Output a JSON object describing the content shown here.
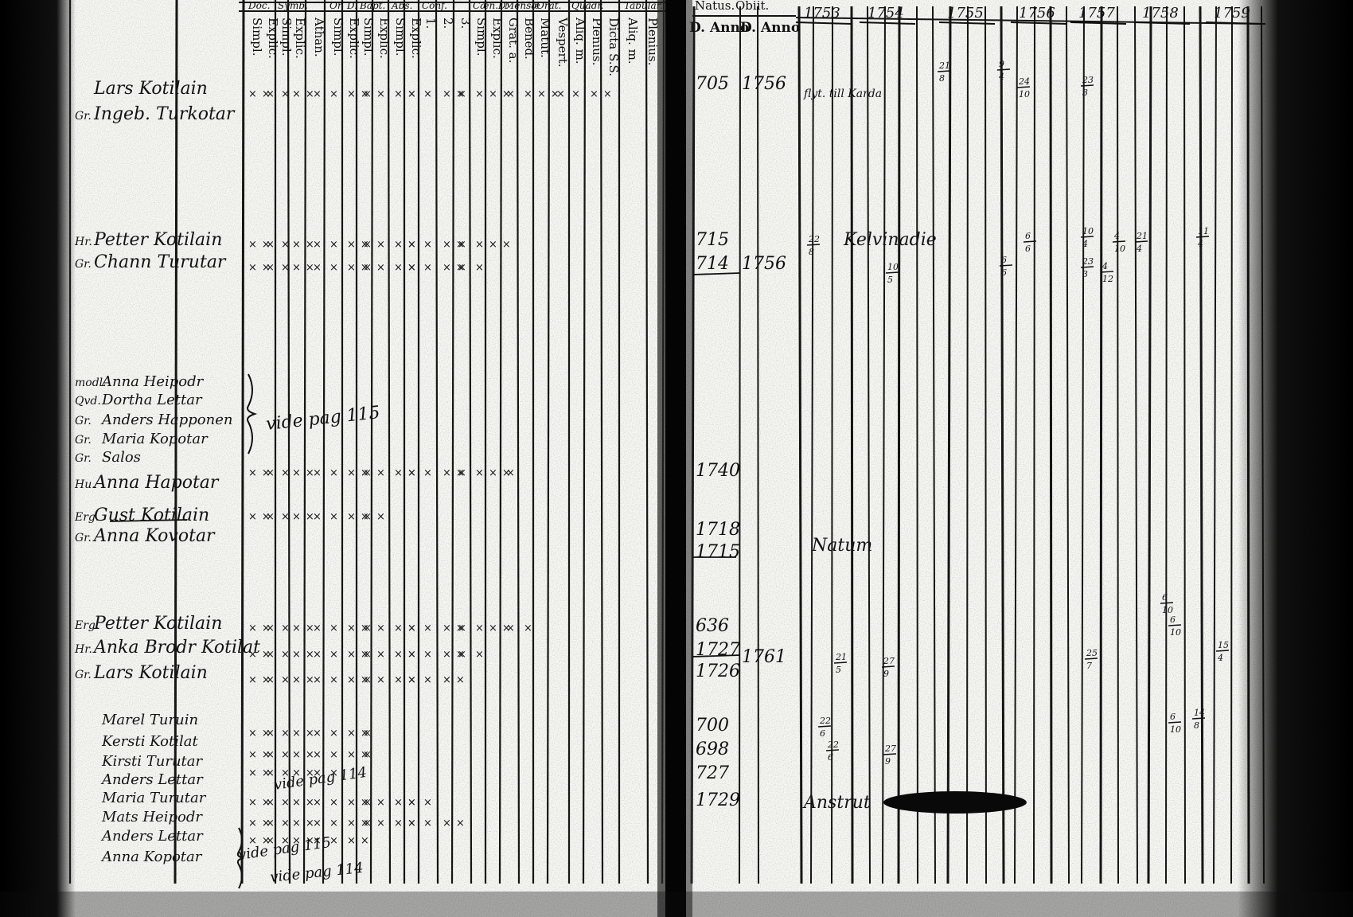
{
  "left_page": {
    "column_headers": [
      {
        "group": "Doc.",
        "label": "Simpl."
      },
      {
        "group": "",
        "label": "Explic."
      },
      {
        "group": "Symb.",
        "label": "Simpl."
      },
      {
        "group": "",
        "label": "Explic."
      },
      {
        "group": "",
        "label": "Athan."
      },
      {
        "group": "Or. D.",
        "label": "Simpl."
      },
      {
        "group": "",
        "label": "Explic."
      },
      {
        "group": "Bapt.",
        "label": "Simpl."
      },
      {
        "group": "",
        "label": "Explic."
      },
      {
        "group": "Abs.",
        "label": "Simpl."
      },
      {
        "group": "",
        "label": "Explic."
      },
      {
        "group": "Conf.",
        "label": "1."
      },
      {
        "group": "",
        "label": "2."
      },
      {
        "group": "",
        "label": "3."
      },
      {
        "group": "Cæn.D.",
        "label": "Simpl."
      },
      {
        "group": "",
        "label": "Explic."
      },
      {
        "group": "Mensæ",
        "label": "Grat. a."
      },
      {
        "group": "",
        "label": "Bened."
      },
      {
        "group": "Orat.",
        "label": "Matut."
      },
      {
        "group": "",
        "label": "Vespert."
      },
      {
        "group": "Quadr.",
        "label": "Aliq. m."
      },
      {
        "group": "",
        "label": "Plenius."
      },
      {
        "group": "",
        "label": "Dicta S.S."
      },
      {
        "group": "Tabular.",
        "label": "Aliq. m."
      },
      {
        "group": "",
        "label": "Plenius."
      }
    ],
    "entries": [
      {
        "role": "",
        "name": "Lars Kotilain"
      },
      {
        "role": "Gr.",
        "name": "Ingeb. Turkotar"
      },
      {
        "role": "Hr.",
        "name": "Petter Kotilain"
      },
      {
        "role": "Gr.",
        "name": "Chann Turutar"
      },
      {
        "role": "modl.",
        "name": "Anna Heipodr"
      },
      {
        "role": "Qvd.",
        "name": "Dortha Lettar"
      },
      {
        "role": "Gr.",
        "name": "Anders Happonen"
      },
      {
        "role": "Gr.",
        "name": "Maria Kopotar"
      },
      {
        "role": "Gr.",
        "name": "Salos"
      },
      {
        "role": "Hu.",
        "name": "Anna Hapotar"
      },
      {
        "role": "Erg.",
        "name": "Gust Kotilain"
      },
      {
        "role": "Gr.",
        "name": "Anna Kovotar"
      },
      {
        "role": "Erg.",
        "name": "Petter Kotilain"
      },
      {
        "role": "Hr.",
        "name": "Anka Brodr Kotilat"
      },
      {
        "role": "Gr.",
        "name": "Lars Kotilain"
      },
      {
        "role": "",
        "name": "Marel Turuin"
      },
      {
        "role": "",
        "name": "Kersti Kotilat"
      },
      {
        "role": "",
        "name": "Kirsti Turutar"
      },
      {
        "role": "",
        "name": "Anders Lettar"
      },
      {
        "role": "",
        "name": "Maria Turutar"
      },
      {
        "role": "",
        "name": "Mats Heipodr"
      },
      {
        "role": "",
        "name": "Anders Lettar"
      },
      {
        "role": "",
        "name": "Anna Kopotar"
      }
    ],
    "notes": [
      {
        "text": "vide pag 115"
      },
      {
        "text": "vide pag 114"
      },
      {
        "text": "vide pag 115"
      },
      {
        "text": "vide pag 114"
      }
    ]
  },
  "right_page": {
    "headers": {
      "natus": "Natus.",
      "natus_sub": "D. Anno",
      "obiit": "Obiit.",
      "obiit_sub": "D. Anno"
    },
    "years": [
      "1753",
      "1754",
      "1755",
      "1756",
      "1757",
      "1758",
      "1759"
    ],
    "birth_years": [
      "705",
      "715",
      "714",
      "1740",
      "1718",
      "1715",
      "636",
      "1727",
      "1726",
      "700",
      "698",
      "727",
      "1729"
    ],
    "death_years": [
      "1756",
      "1756",
      "1761"
    ],
    "notes": [
      {
        "text": "flyt. till Karda"
      },
      {
        "text": "Kelvinadie"
      },
      {
        "text": "Natum"
      },
      {
        "text": "Anstrut"
      }
    ],
    "fractions": [
      "21/8",
      "9/4",
      "24/10",
      "23/3",
      "6/6",
      "10/4",
      "4/10",
      "21/4",
      "11/4",
      "22/8",
      "10/5",
      "6/6",
      "23/3",
      "4/12",
      "25/7",
      "6/10",
      "6/10",
      "15/4",
      "22/6",
      "21/5",
      "27/9",
      "22/6",
      "27/9",
      "6/10",
      "14/8"
    ]
  },
  "colors": {
    "paper": "#f7f7f4",
    "ink": "#111111",
    "scan_border": "#000000"
  }
}
